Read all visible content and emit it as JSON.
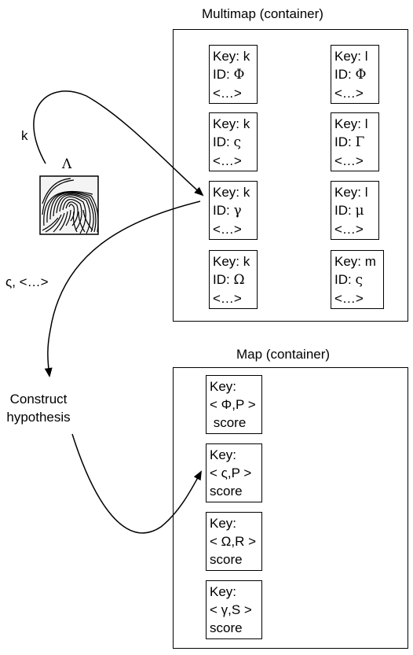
{
  "multimap": {
    "title": "Multimap (container)",
    "entries": [
      {
        "key": "Key: k",
        "id_prefix": "ID: ",
        "id_symbol": "Φ",
        "payload": "<…>"
      },
      {
        "key": "Key: k",
        "id_prefix": "ID: ",
        "id_symbol": "ς",
        "payload": "<…>"
      },
      {
        "key": "Key: k",
        "id_prefix": "ID: ",
        "id_symbol": "γ",
        "payload": "<…>"
      },
      {
        "key": "Key: k",
        "id_prefix": "ID: ",
        "id_symbol": "Ω",
        "payload": "<…>"
      },
      {
        "key": "Key: l",
        "id_prefix": "ID: ",
        "id_symbol": "Φ",
        "payload": "<…>"
      },
      {
        "key": "Key: l",
        "id_prefix": "ID: ",
        "id_symbol": "Γ",
        "payload": "<…>"
      },
      {
        "key": "Key: l",
        "id_prefix": "ID: ",
        "id_symbol": "μ",
        "payload": "<…>"
      },
      {
        "key": "Key: m",
        "id_prefix": "ID: ",
        "id_symbol": "ς",
        "payload": "<…>"
      }
    ]
  },
  "map": {
    "title": "Map (container)",
    "entries": [
      {
        "key": "Key:",
        "tuple": "< Φ,P >",
        "score": " score"
      },
      {
        "key": "Key:",
        "tuple": "< ς,P >",
        "score": "score"
      },
      {
        "key": "Key:",
        "tuple": "< Ω,R >",
        "score": "score"
      },
      {
        "key": "Key:",
        "tuple": "< γ,S >",
        "score": "score"
      }
    ]
  },
  "labels": {
    "query_key": "k",
    "lambda": "Λ",
    "retrieved": "ς, <…>",
    "construct": [
      "Construct",
      "hypothesis"
    ]
  },
  "icons": {
    "fingerprint": "fingerprint-icon"
  }
}
